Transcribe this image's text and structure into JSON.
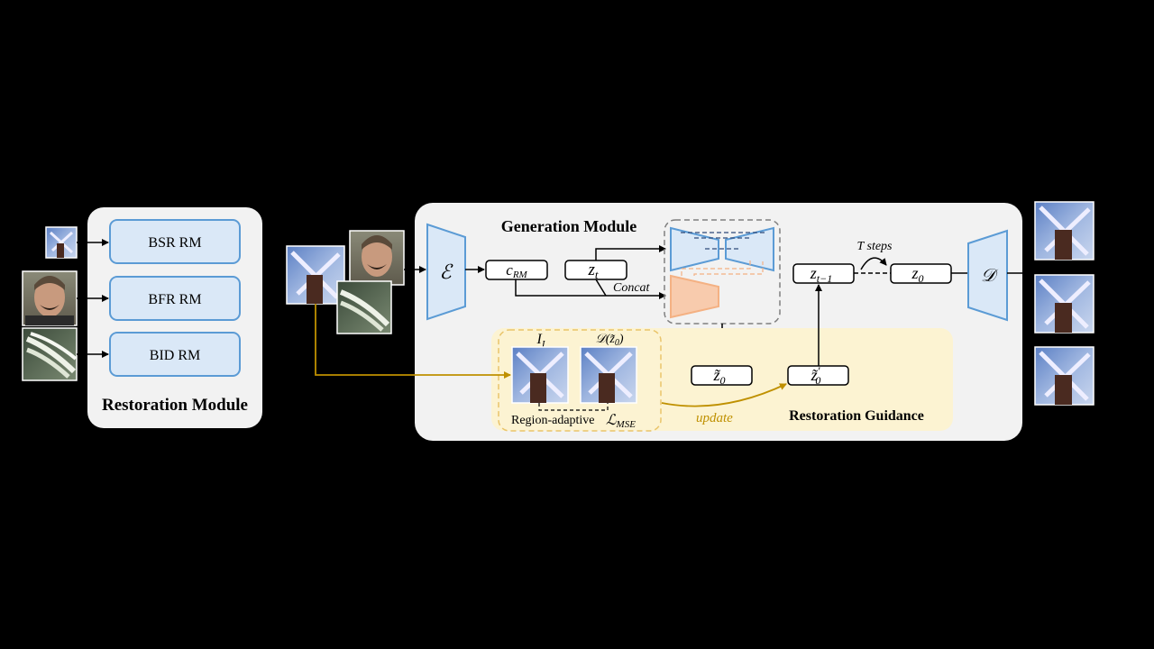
{
  "restoration_module": {
    "title": "Restoration Module",
    "items": [
      "BSR RM",
      "BFR RM",
      "BID RM"
    ]
  },
  "generation_module": {
    "title": "Generation Module",
    "encoder": "ℰ",
    "decoder": "𝒟",
    "c_rm": {
      "base": "c",
      "sub": "RM"
    },
    "z_t": {
      "base": "z",
      "sub": "t"
    },
    "z_t_minus_1": {
      "base": "z",
      "sub": "t−1"
    },
    "z_0": {
      "base": "z",
      "sub": "0"
    },
    "z_tilde_0": {
      "base": "z̃",
      "sub": "0"
    },
    "z_tilde_0_prime": {
      "base": "z̃",
      "sup": "′",
      "sub": "0"
    },
    "concat_label": "Concat",
    "t_steps_label": "T steps"
  },
  "restoration_guidance": {
    "title": "Restoration Guidance",
    "i_label": {
      "base": "I",
      "sub": "I"
    },
    "d_label": "𝒟(z̃",
    "d_label_sub": "0",
    "d_label_close": ")",
    "region_label": "Region-adaptive",
    "loss_label": {
      "base": "ℒ",
      "sub": "MSE"
    },
    "update_label": "update"
  },
  "colors": {
    "panel_bg": "#f2f2f2",
    "rm_box_fill": "#dae8f7",
    "rm_box_stroke": "#5b9bd5",
    "trap_fill": "#dae8f7",
    "trap_stroke": "#5b9bd5",
    "guidance_bg": "#fcf3d2",
    "guidance_stroke": "#e9c46a",
    "orange_fill": "#f8cbad",
    "orange_stroke": "#f4b183",
    "gold_arrow": "#bf9000",
    "unet_box_stroke": "#7f7f7f"
  }
}
